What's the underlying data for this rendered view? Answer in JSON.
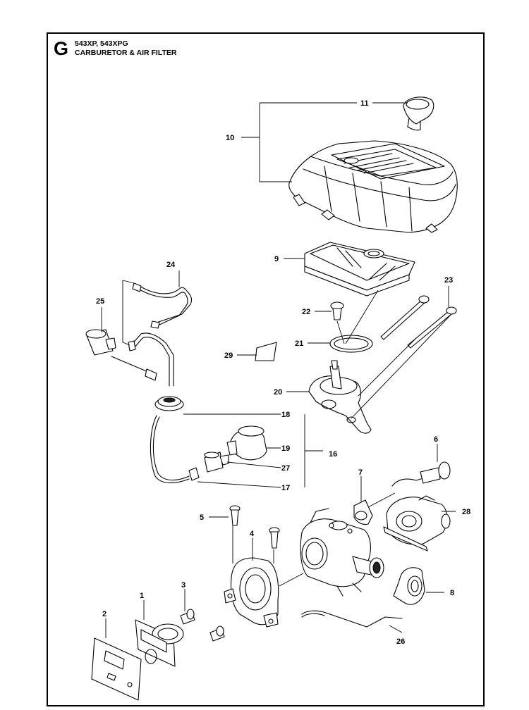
{
  "header": {
    "section_letter": "G",
    "models": "543XP, 543XPG",
    "title": "CARBURETOR & AIR FILTER"
  },
  "callouts": [
    "1",
    "2",
    "3",
    "4",
    "5",
    "6",
    "7",
    "8",
    "9",
    "10",
    "11",
    "16",
    "17",
    "18",
    "19",
    "20",
    "21",
    "22",
    "23",
    "24",
    "25",
    "26",
    "27",
    "28",
    "29"
  ]
}
